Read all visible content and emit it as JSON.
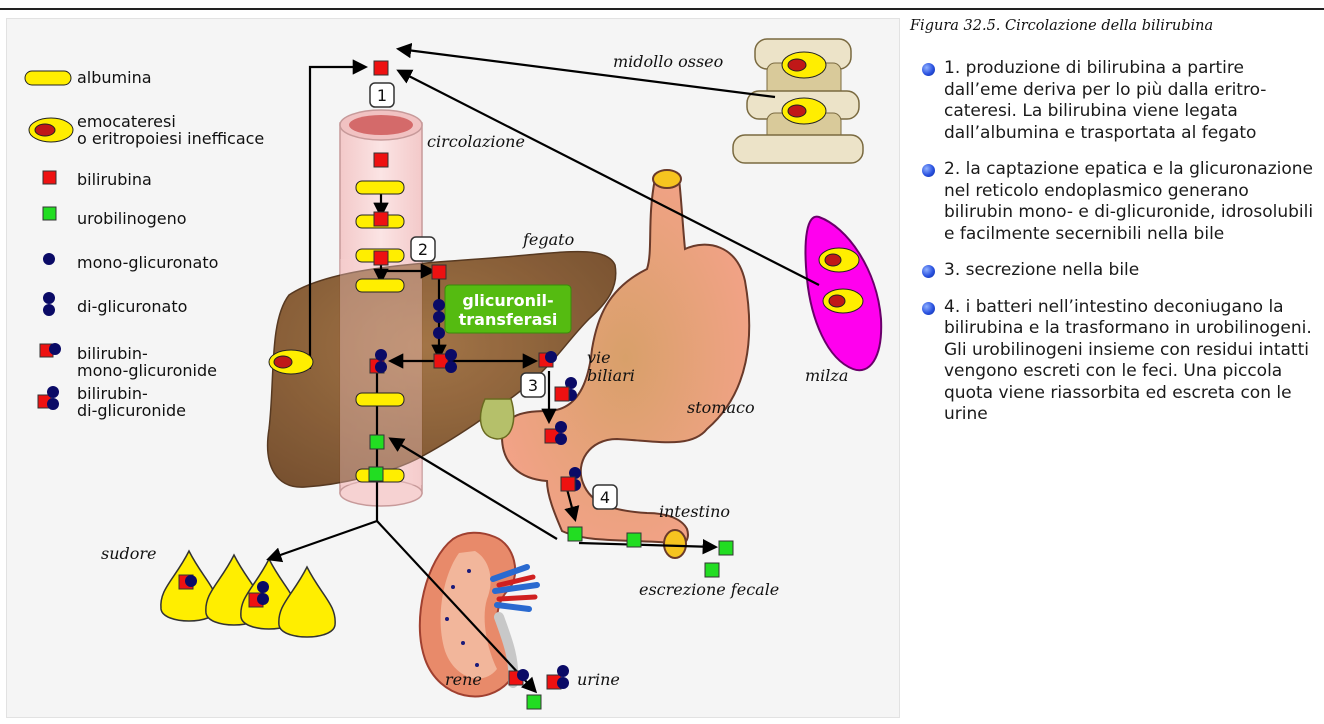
{
  "caption": "Figura 32.5. Circolazione della bilirubina",
  "legend": {
    "albumina": "albumina",
    "emocateresi_1": "emocateresi",
    "emocateresi_2": "o eritropoiesi inefficace",
    "bilirubina": "bilirubina",
    "urobilinogeno": "urobilinogeno",
    "mono_glicuronato": "mono-glicuronato",
    "di_glicuronato": "di-glicuronato",
    "bmg_1": "bilirubin-",
    "bmg_2": "mono-glicuronide",
    "bdg_1": "bilirubin-",
    "bdg_2": "di-glicuronide"
  },
  "labels": {
    "midollo": "midollo osseo",
    "circolazione": "circolazione",
    "fegato": "fegato",
    "enzima_1": "glicuronil-",
    "enzima_2": "transferasi",
    "vie_1": "vie",
    "vie_2": "biliari",
    "stomaco": "stomaco",
    "milza": "milza",
    "intestino": "intestino",
    "escrezione": "escrezione fecale",
    "sudore": "sudore",
    "rene": "rene",
    "urine": "urine"
  },
  "steps": [
    "1",
    "2",
    "3",
    "4"
  ],
  "notes": [
    "1. produzione di bilirubina a partire dall’eme deriva per lo più dalla eritro-cateresi. La bilirubina viene legata dall’albumina e trasportata al fegato",
    "2. la captazione epatica e la glicuronazione nel reticolo endoplasmico generano bilirubin mono- e di-glicuronide, idrosolubili e facilmente secernibili nella bile",
    "3. secrezione nella bile",
    "4. i batteri nell’intestino deconiugano la bilirubina e la trasformano in urobilinogeni. Gli urobilinogeni insieme con residui intatti vengono escreti con le feci. Una piccola quota viene riassorbita ed escreta con le urine"
  ],
  "colors": {
    "bilirubina": "#ee1111",
    "urobilinogeno": "#22dd22",
    "glicuronato": "#0a0a66",
    "albumina": "#ffee00",
    "fegato": "#8b5a2b",
    "enzima": "#55bb11",
    "milza": "#ff00ee",
    "stomaco": "#f5a38a"
  }
}
